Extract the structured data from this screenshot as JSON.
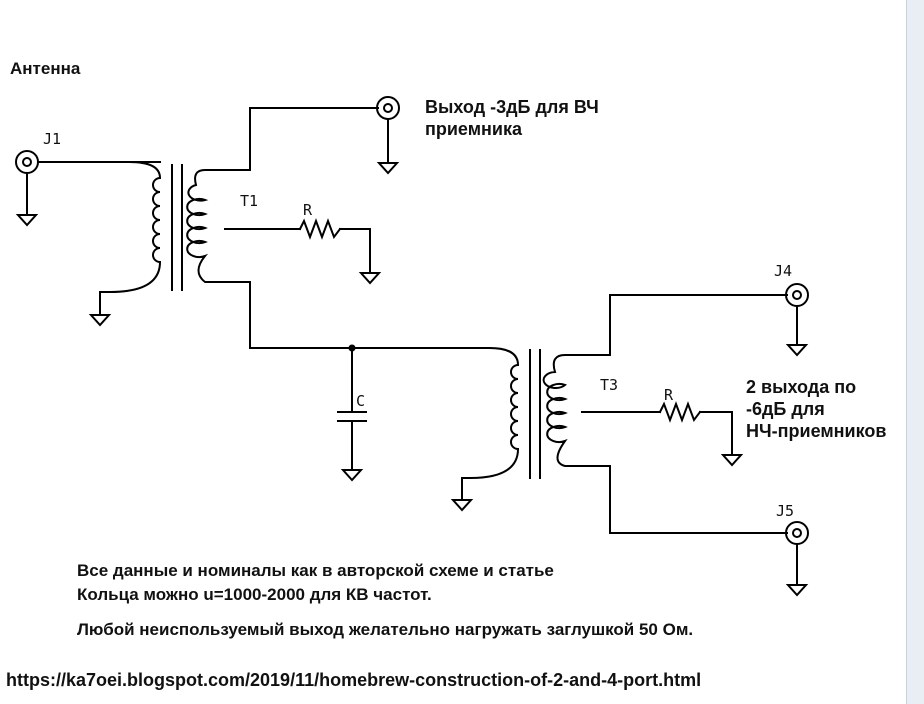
{
  "labels": {
    "antenna": "Антенна",
    "j1": "J1",
    "t1": "T1",
    "r1": "R",
    "c": "C",
    "t3": "T3",
    "r2": "R",
    "j4": "J4",
    "j5": "J5"
  },
  "outputs": {
    "hf_line1": "Выход -3дБ для ВЧ",
    "hf_line2": "приемника",
    "lf_line1": "2 выхода по",
    "lf_line2": "-6дБ для",
    "lf_line3": "НЧ-приемников"
  },
  "notes": {
    "line1": "Все данные и номиналы как в авторской схеме и статье",
    "line2": "Кольца можно u=1000-2000 для КВ частот.",
    "line3": "Любой неиспользуемый выход желательно нагружать заглушкой 50 Ом."
  },
  "source_url": "https://ka7oei.blogspot.com/2019/11/homebrew-construction-of-2-and-4-port.html"
}
